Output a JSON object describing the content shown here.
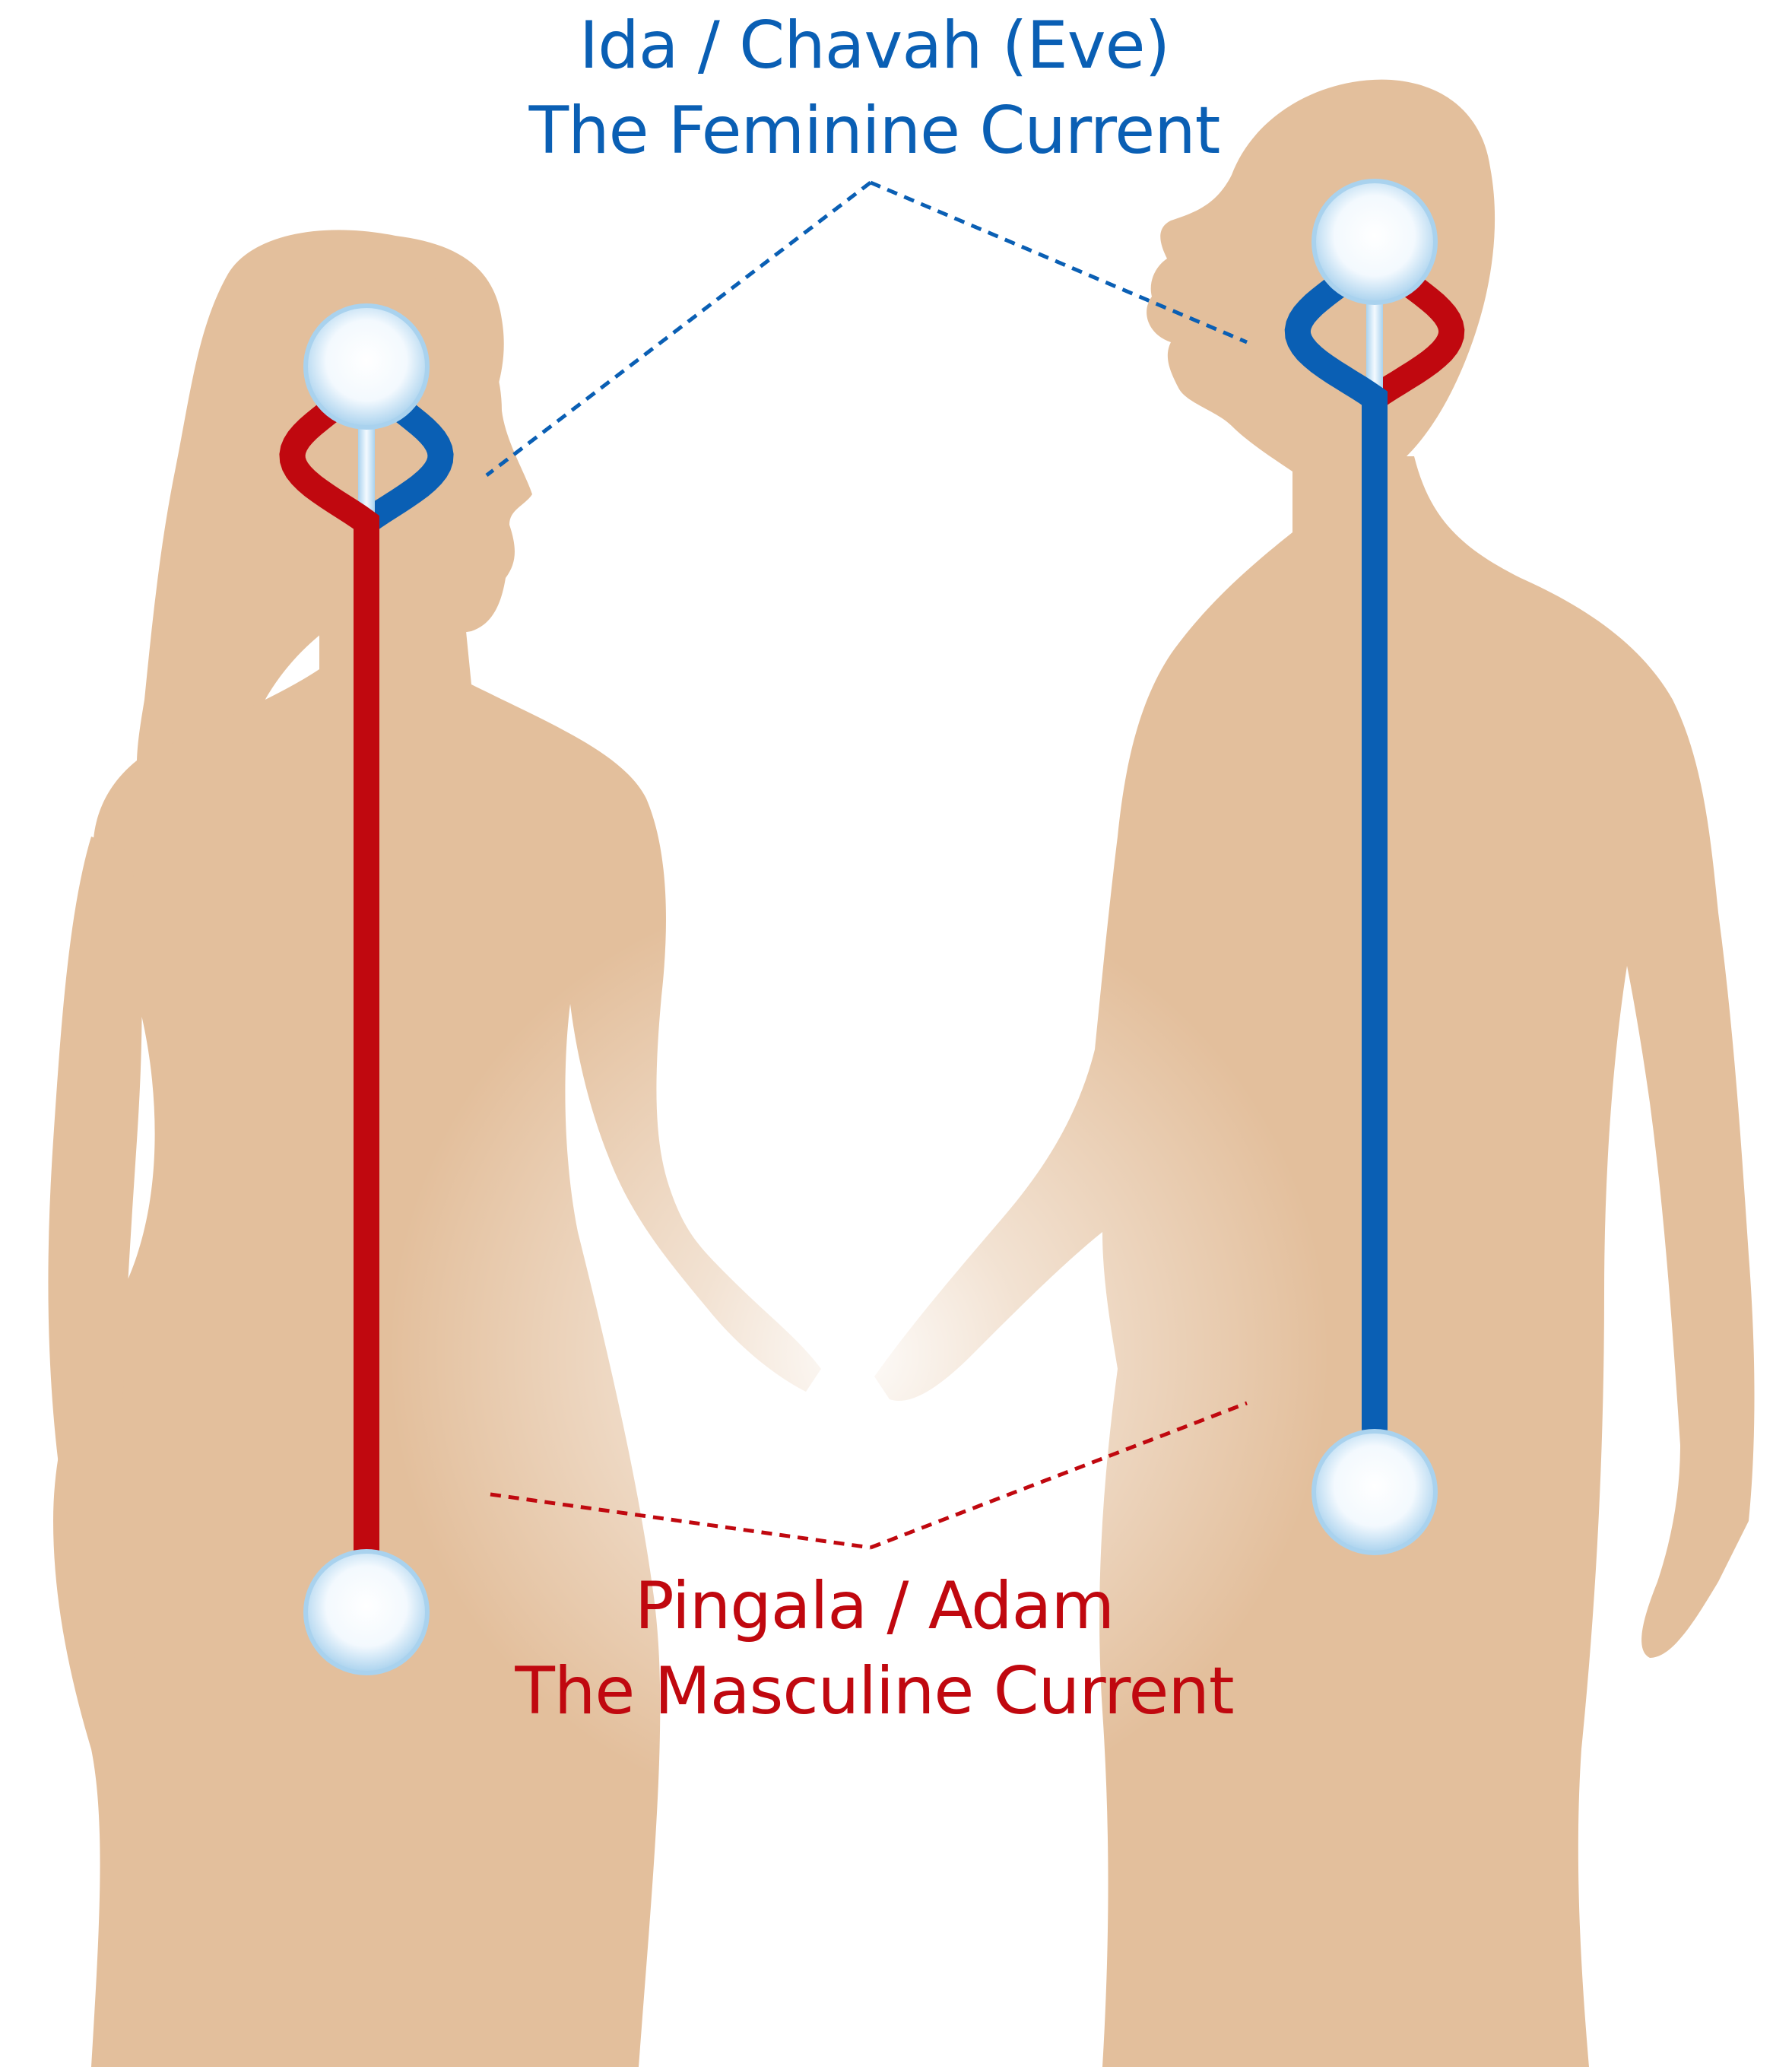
{
  "labels": {
    "feminine": {
      "line1": "Ida / Chavah (Eve)",
      "line2": "The Feminine Current"
    },
    "masculine": {
      "line1": "Pingala / Adam",
      "line2": "The Masculine Current"
    }
  },
  "colors": {
    "background": "#ffffff",
    "silhouette": "#e3bf9c",
    "feminine_current": "#0a5fb4",
    "masculine_current": "#c0080f",
    "central_channel": "#cfe6f6",
    "node_glow": "#ffffff",
    "node_edge": "#a9d2ee"
  },
  "figures": [
    {
      "name": "woman",
      "helix_start_strand": "masculine"
    },
    {
      "name": "man",
      "helix_start_strand": "feminine"
    }
  ],
  "icons": [
    "crown-node-icon",
    "root-node-icon"
  ]
}
